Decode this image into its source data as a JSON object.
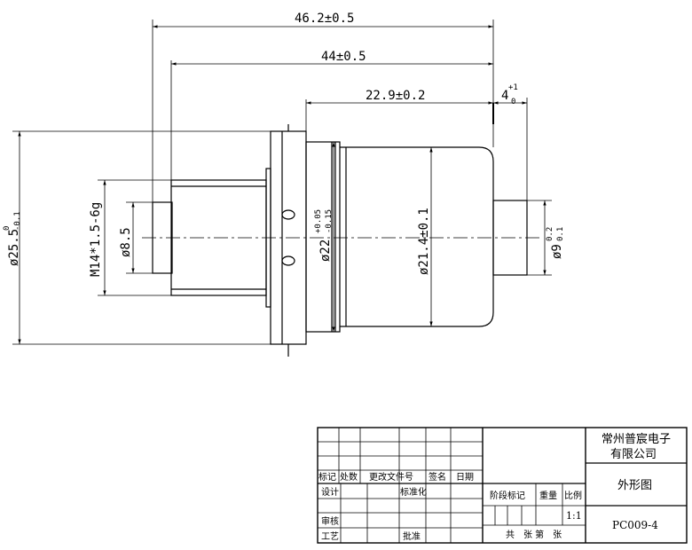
{
  "dimensions": {
    "overall_length": "46.2±0.5",
    "body_length": "44±0.5",
    "rear_length": "22.9±0.2",
    "stub_length_base": "4",
    "stub_length_upper": "+1",
    "stub_length_lower": "0",
    "flange_dia_base": "ø25.5",
    "flange_dia_upper": "0",
    "flange_dia_lower": "-0.1",
    "thread": "M14*1.5-6g",
    "inner_dia": "ø8.5",
    "collar_dia_base": "ø22",
    "collar_dia_upper": "+0.05",
    "collar_dia_lower": "-0.15",
    "body_dia": "ø21.4±0.1",
    "stub_dia_base": "ø9",
    "stub_dia_upper": "0.2",
    "stub_dia_lower": "0.1"
  },
  "title_block": {
    "company_line1": "常州普宸电子",
    "company_line2": "有限公司",
    "drawing_name": "外形图",
    "drawing_number": "PC009-4",
    "scale": "1:1",
    "labels": {
      "mark": "标记",
      "count": "处数",
      "change_doc": "更改文件号",
      "signature": "签名",
      "date": "日期",
      "design": "设计",
      "standardize": "标准化",
      "review": "审核",
      "process": "工艺",
      "approve": "批准",
      "stage_mark": "阶段标记",
      "weight": "重量",
      "ratio": "比例",
      "sheets": "共　张 第　张"
    }
  }
}
